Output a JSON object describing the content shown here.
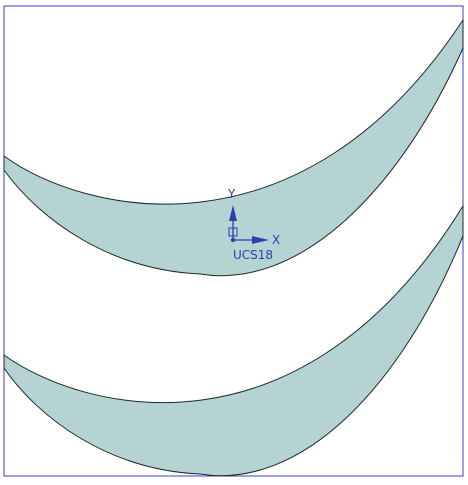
{
  "colors": {
    "background": "#ffffff",
    "frame": "#3c3cc8",
    "blade_fill": "#b5d3d3",
    "blade_stroke": "#1a2a2a",
    "ucs": "#2b3fae"
  },
  "ucs": {
    "x_axis_label": "X",
    "y_axis_label": "Y",
    "name": "UCS18"
  },
  "shapes": [
    {
      "name": "upper-blade-profile"
    },
    {
      "name": "lower-blade-profile"
    }
  ]
}
